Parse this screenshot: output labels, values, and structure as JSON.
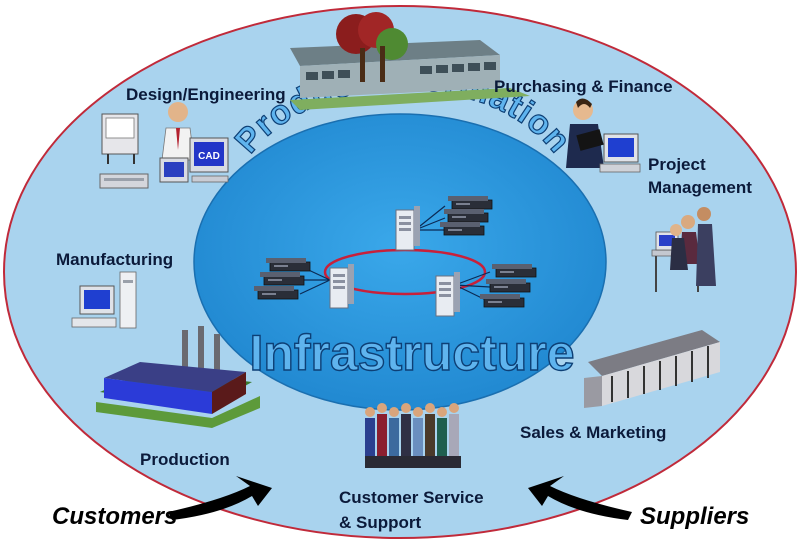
{
  "inner": {
    "title_top": "Product Information",
    "title_bottom": "Infrastructure"
  },
  "functions": {
    "design": "Design/Engineering",
    "purchasing": "Purchasing & Finance",
    "project_line1": "Project",
    "project_line2": "Management",
    "manufacturing": "Manufacturing",
    "production": "Production",
    "sales": "Sales & Marketing",
    "service_line1": "Customer Service",
    "service_line2": "& Support"
  },
  "external": {
    "customers": "Customers",
    "suppliers": "Suppliers"
  },
  "icon_text": {
    "cad": "CAD"
  },
  "colors": {
    "outer_fill": "#a9d3ee",
    "outer_stroke": "#c02a3a",
    "inner_fill": "#2c9be0",
    "inner_text": "#5fb4ee",
    "ring": "#c8203a"
  }
}
